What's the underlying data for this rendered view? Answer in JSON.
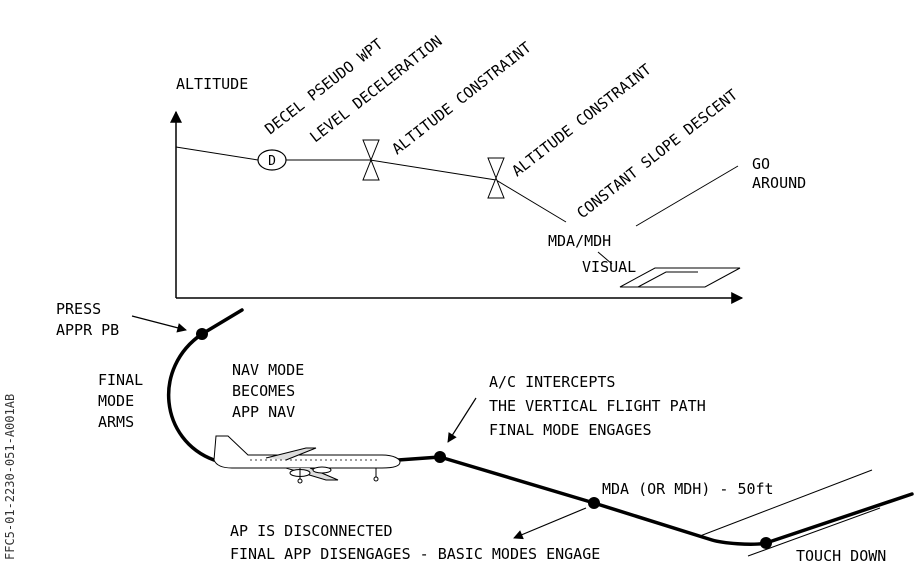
{
  "profile": {
    "altitude_label": "ALTITUDE",
    "decel_symbol": "D",
    "decel_label": "DECEL PSEUDO WPT",
    "level_decel_label": "LEVEL DECELERATION",
    "alt_constraint_1": "ALTITUDE CONSTRAINT",
    "alt_constraint_2": "ALTITUDE CONSTRAINT",
    "constant_slope": "CONSTANT SLOPE DESCENT",
    "go_around_1": "GO",
    "go_around_2": "AROUND",
    "mda_mdh": "MDA/MDH",
    "visual": "VISUAL"
  },
  "approach": {
    "press_1": "PRESS",
    "press_2": "APPR PB",
    "final_1": "FINAL",
    "final_2": "MODE",
    "final_3": "ARMS",
    "nav_1": "NAV MODE",
    "nav_2": "BECOMES",
    "nav_3": "APP NAV",
    "intercept_1": "A/C INTERCEPTS",
    "intercept_2": "THE VERTICAL FLIGHT PATH",
    "intercept_3": "FINAL MODE ENGAGES",
    "mda_50": "MDA (OR MDH) - 50ft",
    "ap_disc_1": "AP IS DISCONNECTED",
    "ap_disc_2": "FINAL APP DISENGAGES - BASIC MODES ENGAGE",
    "touch_down": "TOUCH DOWN"
  },
  "figure_id": "FFC5-01-2230-051-A001AB"
}
